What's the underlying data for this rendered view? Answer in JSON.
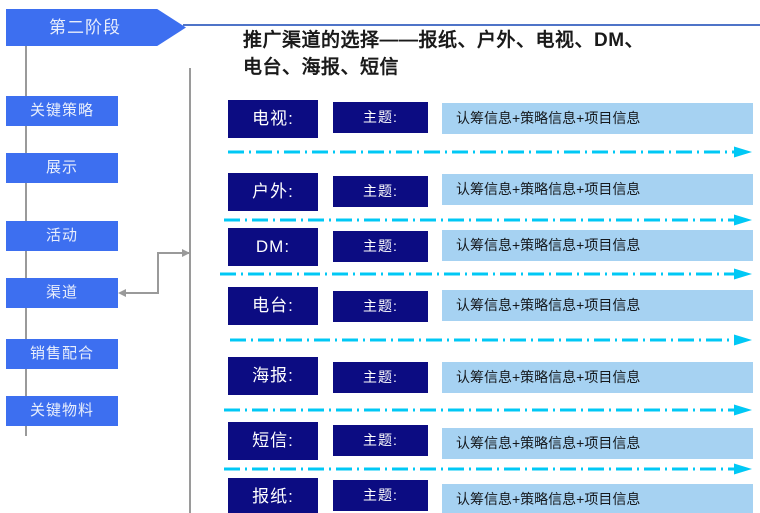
{
  "colors": {
    "rail_blue": "#3d6ff0",
    "box_navy": "#0c0c82",
    "content_blue": "#a6d2f2",
    "arrow_cyan": "#00c8f5",
    "connector_gray": "#9a9a9a",
    "rule_blue": "#4f74c8"
  },
  "stage": {
    "label": "第二阶段"
  },
  "rail": {
    "items": [
      {
        "label": "关键策略"
      },
      {
        "label": "展示"
      },
      {
        "label": "活动"
      },
      {
        "label": "渠道"
      },
      {
        "label": "销售配合"
      },
      {
        "label": "关键物料"
      }
    ]
  },
  "title": {
    "line1": "推广渠道的选择——报纸、户外、电视、DM、",
    "line2": "电台、海报、短信"
  },
  "channels": [
    {
      "name": "电视:",
      "topic": "主题:",
      "content": "认筹信息+策略信息+项目信息"
    },
    {
      "name": "户外:",
      "topic": "主题:",
      "content": "认筹信息+策略信息+项目信息"
    },
    {
      "name": "DM:",
      "topic": "主题:",
      "content": "认筹信息+策略信息+项目信息"
    },
    {
      "name": "电台:",
      "topic": "主题:",
      "content": "认筹信息+策略信息+项目信息"
    },
    {
      "name": "海报:",
      "topic": "主题:",
      "content": "认筹信息+策略信息+项目信息"
    },
    {
      "name": "短信:",
      "topic": "主题:",
      "content": "认筹信息+策略信息+项目信息"
    },
    {
      "name": "报纸:",
      "topic": "主题:",
      "content": "认筹信息+策略信息+项目信息"
    }
  ]
}
